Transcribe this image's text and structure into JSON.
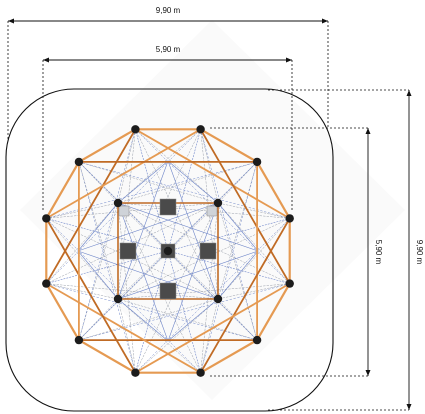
{
  "dimensions": {
    "outer_width": "9,90 m",
    "inner_width": "5,90 m",
    "inner_height": "5,90 m",
    "outer_height": "9,90 m"
  },
  "colors": {
    "rope_orange": "#e59a52",
    "rope_dark_orange": "#c06b25",
    "net_blue": "#6f86c9",
    "net_grey": "#9aa0aa",
    "joint": "#1c1c1c",
    "pad": "#4a4a4a",
    "boundary": "#111111",
    "dimension_line": "#111111"
  }
}
